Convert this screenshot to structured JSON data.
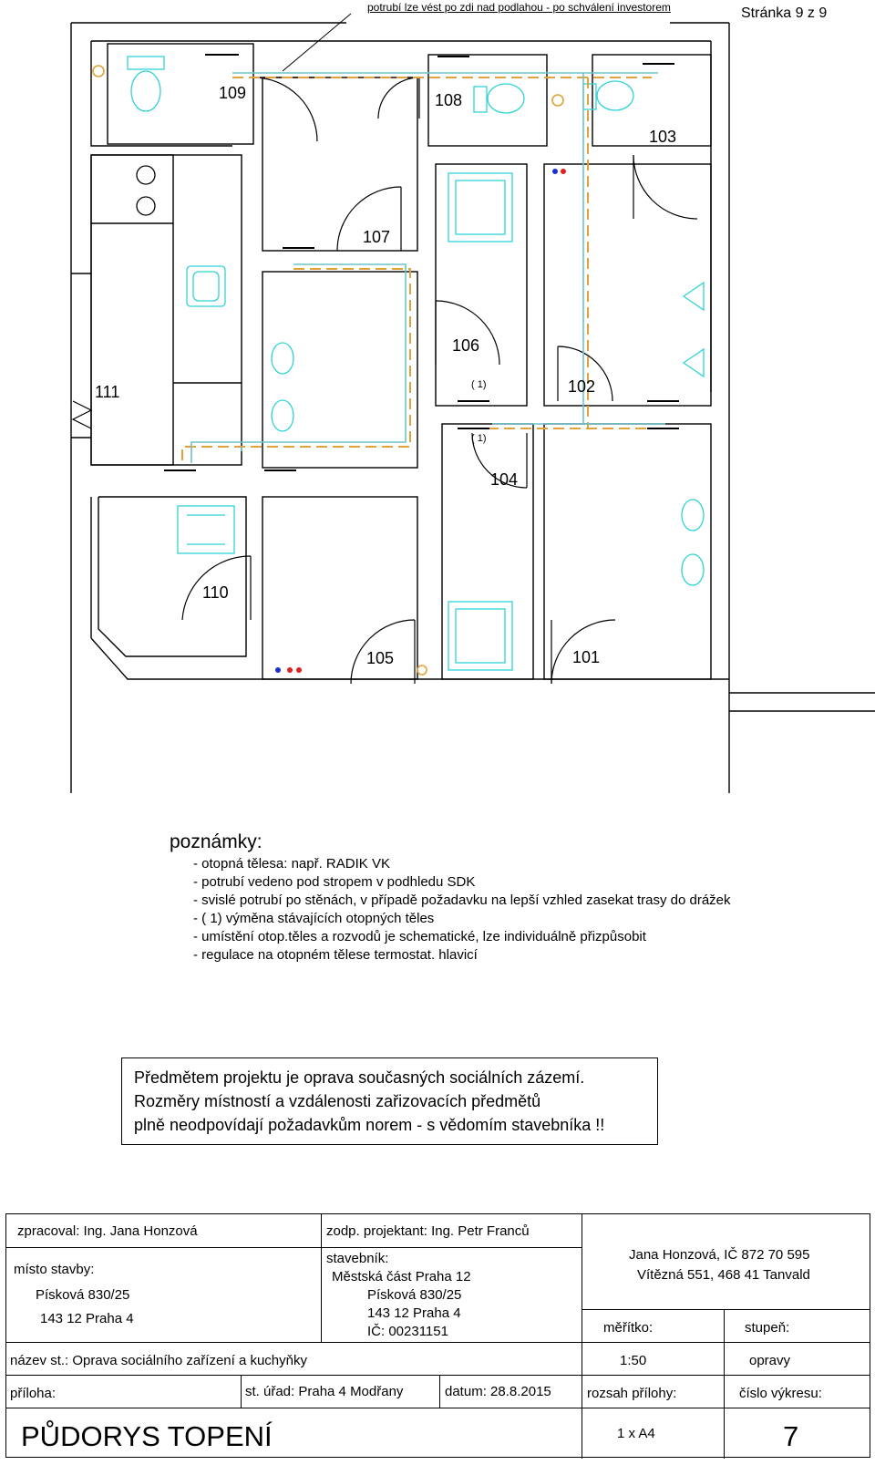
{
  "header": {
    "page_counter": "Stránka 9 z 9",
    "pipe_note": "potrubí lze vést po zdi nad podlahou - po schválení investorem"
  },
  "rooms": [
    "109",
    "108",
    "103",
    "107",
    "106",
    "111",
    "102",
    "104",
    "110",
    "105",
    "101"
  ],
  "radiator_marks": [
    "( 1)",
    "( 1)"
  ],
  "notes": {
    "title": "poznámky:",
    "items": [
      "- otopná tělesa: např. RADIK VK",
      "- potrubí vedeno pod stropem v podhledu SDK",
      "- svislé potrubí po stěnách, v případě požadavku na lepší vzhled zasekat trasy do drážek",
      "-  ( 1)  výměna stávajících otopných těles",
      "- umístění otop.těles a rozvodů je schematické, lze individuálně přizpůsobit",
      "- regulace na otopném tělese termostat. hlavicí"
    ]
  },
  "notice": {
    "lines": [
      "Předmětem projektu je oprava současných sociálních zázemí.",
      "Rozměry místností a vzdálenosti zařizovacích předmětů",
      "plně neodpovídají požadavkům norem - s vědomím stavebníka !!"
    ]
  },
  "title_block": {
    "zpracoval": "zpracoval: Ing. Jana Honzová",
    "zodp": "zodp. projektant: Ing. Petr Franců",
    "misto_label": "místo stavby:",
    "misto_line1": "Písková 830/25",
    "misto_line2": "143 12 Praha 4",
    "stavebnik_label": "stavebník:",
    "stavebnik_line1": "Městská část Praha 12",
    "stavebnik_line2": "Písková 830/25",
    "stavebnik_line3": "143 12 Praha 4",
    "stavebnik_line4": "IČ: 00231151",
    "firm_line1": "Jana Honzová, IČ 872 70 595",
    "firm_line2": "Vítězná 551, 468 41 Tanvald",
    "meritko_label": "měřítko:",
    "meritko_value": "1:50",
    "stupen_label": "stupeň:",
    "stupen_value": "opravy",
    "nazev": "název st.: Oprava sociálního zařízení a kuchyňky",
    "priloha_label": "příloha:",
    "urad": "st. úřad: Praha 4 Modřany",
    "datum": "datum: 28.8.2015",
    "rozsah_label": "rozsah přílohy:",
    "rozsah_value": "1 x A4",
    "cislo_label": "číslo výkresu:",
    "cislo_value": "7",
    "drawing_title": "PŮDORYS TOPENÍ"
  },
  "colors": {
    "wall": "#000000",
    "fixture": "#2fd3d6",
    "supply_pipe": "#e0a23a",
    "return_pipe": "#6cc3c8",
    "valve_blue": "#1a2fd0",
    "valve_red": "#e02020"
  }
}
